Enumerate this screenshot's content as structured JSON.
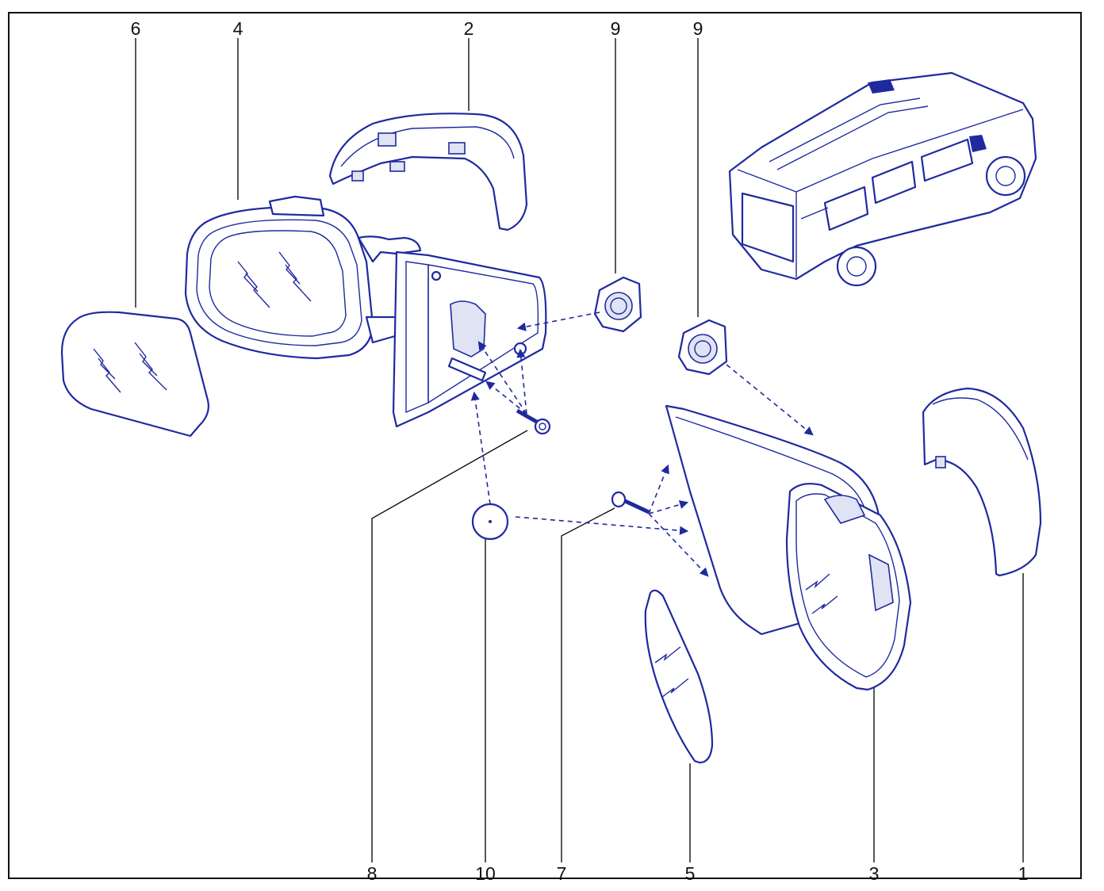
{
  "diagram": {
    "labels": {
      "top": [
        "6",
        "4",
        "2",
        "9",
        "9"
      ],
      "bottom": [
        "8",
        "10",
        "7",
        "5",
        "3",
        "1"
      ]
    },
    "colors": {
      "line": "#1f2a9e",
      "leader": "#111111",
      "shade": "#dfe3f3"
    }
  }
}
